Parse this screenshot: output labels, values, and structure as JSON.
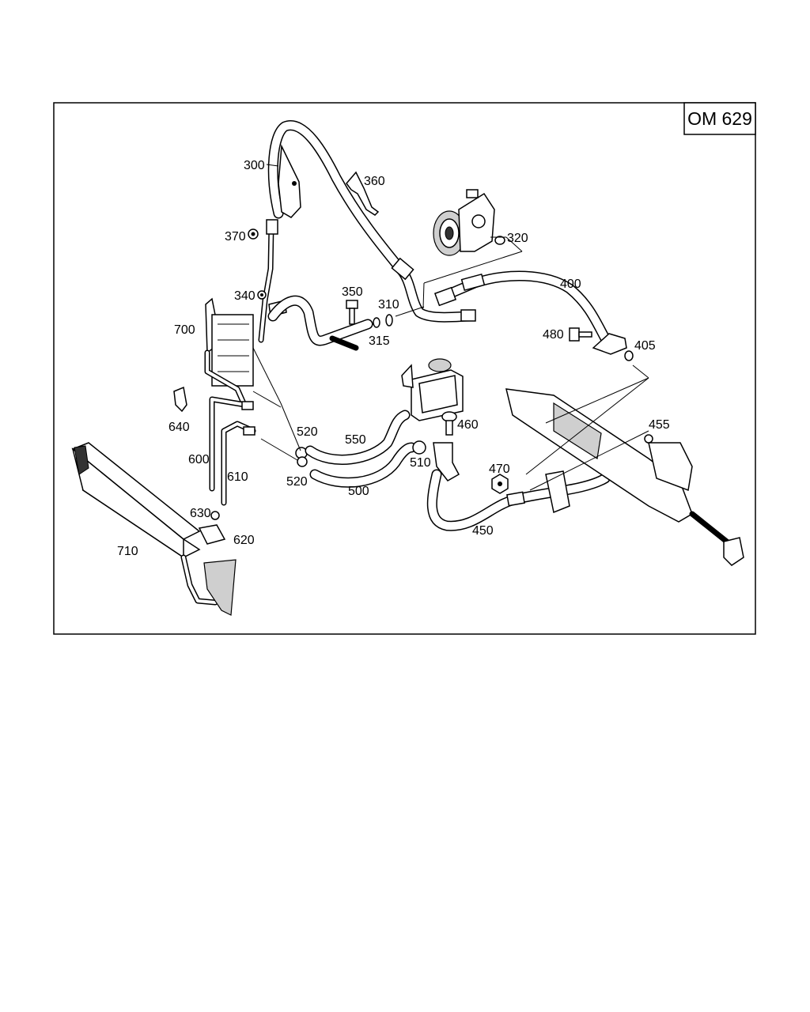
{
  "diagram": {
    "engine_code": "OM 629",
    "labels": {
      "p300": "300",
      "p310": "310",
      "p315": "315",
      "p320": "320",
      "p340": "340",
      "p350": "350",
      "p360": "360",
      "p370": "370",
      "p400": "400",
      "p405": "405",
      "p450": "450",
      "p455": "455",
      "p460": "460",
      "p470": "470",
      "p480": "480",
      "p500": "500",
      "p510": "510",
      "p520a": "520",
      "p520b": "520",
      "p550": "550",
      "p600": "600",
      "p610": "610",
      "p620": "620",
      "p630": "630",
      "p640": "640",
      "p700": "700",
      "p710": "710"
    }
  }
}
